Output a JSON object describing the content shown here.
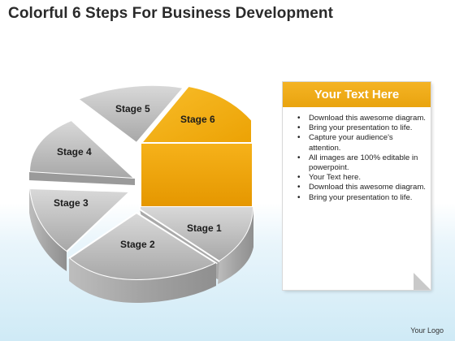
{
  "title": "Colorful 6 Steps For Business Development",
  "diagram": {
    "stages": [
      {
        "label": "Stage 1",
        "color": "#b9b9b9"
      },
      {
        "label": "Stage 2",
        "color": "#c8c8c8"
      },
      {
        "label": "Stage 3",
        "color": "#bfbfbf"
      },
      {
        "label": "Stage 4",
        "color": "#cbcbcb"
      },
      {
        "label": "Stage 5",
        "color": "#c4c4c4"
      },
      {
        "label": "Stage 6",
        "color": "#f2a60c"
      }
    ],
    "highlight_color": "#f2a60c"
  },
  "panel": {
    "heading": "Your Text Here",
    "heading_color": "#f2a60c",
    "bullets": [
      "Download this awesome diagram.",
      "Bring your presentation to life.",
      "Capture your audience's attention.",
      "All images are 100% editable in powerpoint.",
      "Your Text here.",
      "Download this awesome diagram.",
      "Bring your presentation to life."
    ]
  },
  "logo": "Your Logo"
}
